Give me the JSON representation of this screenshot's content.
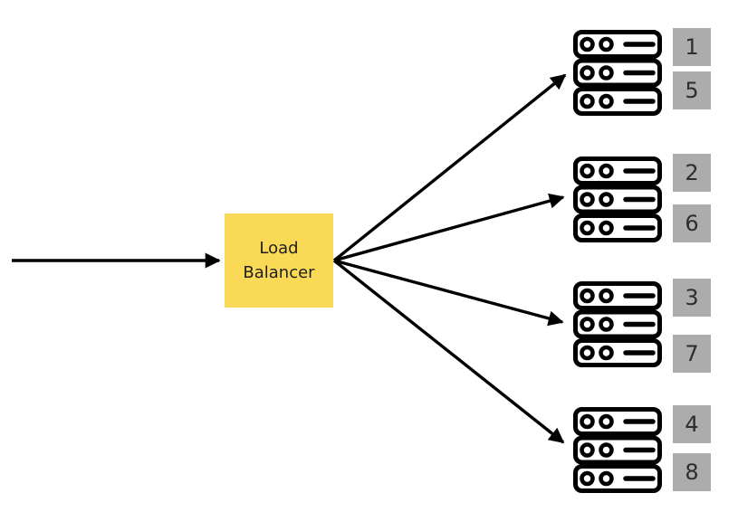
{
  "colors": {
    "background": "#ffffff",
    "load_balancer_fill": "#FAD957",
    "label_tile_fill": "#ACACAC",
    "line_stroke": "#000000",
    "text": "#1e1e1e"
  },
  "icons": {
    "server": "server-stack-icon",
    "arrow": "arrow-right-icon"
  },
  "load_balancer": {
    "label": "Load Balancer",
    "line1": "Load",
    "line2": "Balancer"
  },
  "server_stacks": [
    {
      "labels": [
        "1",
        "5"
      ]
    },
    {
      "labels": [
        "2",
        "6"
      ]
    },
    {
      "labels": [
        "3",
        "7"
      ]
    },
    {
      "labels": [
        "4",
        "8"
      ]
    }
  ]
}
